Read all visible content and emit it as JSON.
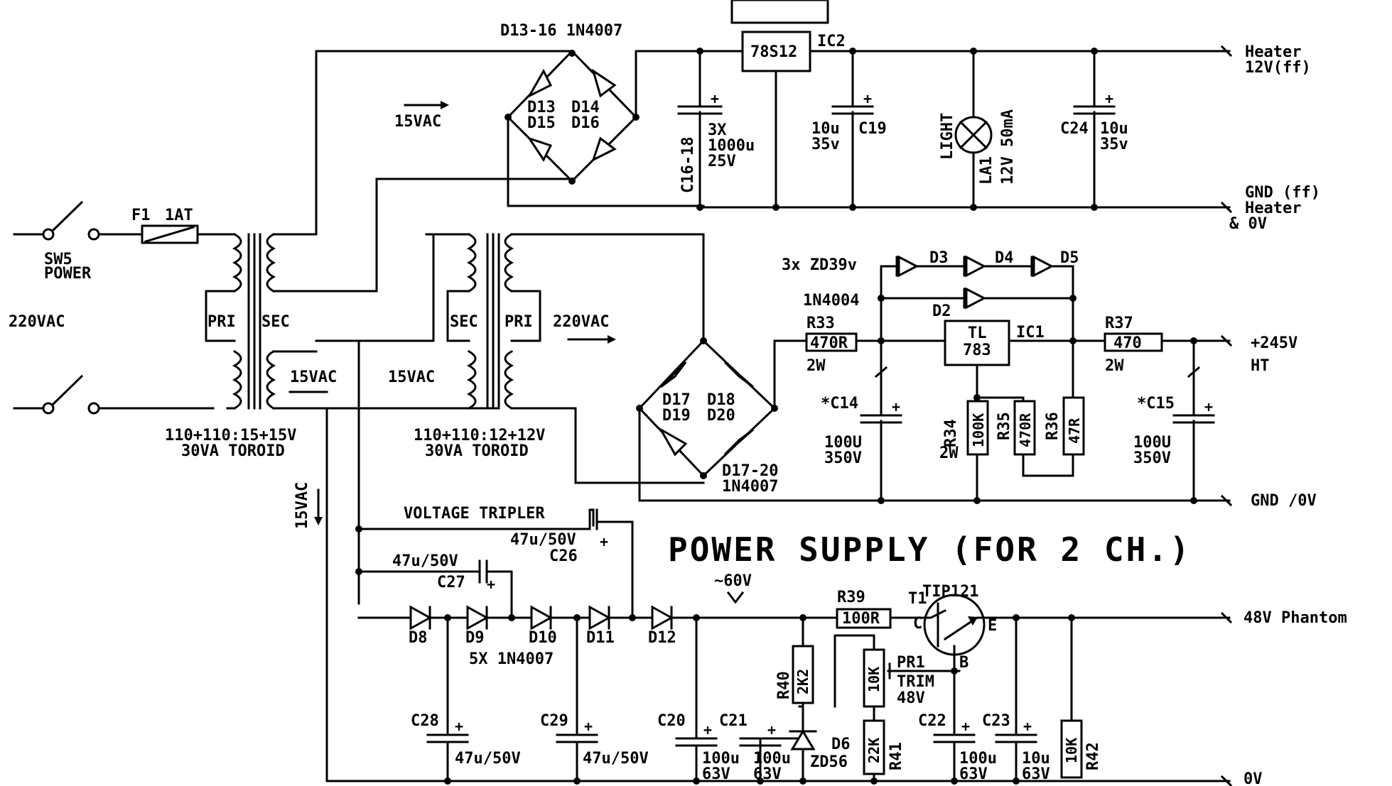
{
  "title": "POWER SUPPLY (FOR 2 CH.)",
  "mains": {
    "switch": "SW5",
    "switch_label": "POWER",
    "voltage": "220VAC",
    "fuse": "F1",
    "fuse_value": "1AT"
  },
  "transformer1": {
    "pri": "PRI",
    "sec": "SEC",
    "rating": "110+110:15+15V",
    "type": "30VA TOROID",
    "out1": "15VAC",
    "out2": "15VAC",
    "out3": "15VAC",
    "out4": "15VAC"
  },
  "transformer2": {
    "pri": "PRI",
    "sec": "SEC",
    "input": "220VAC",
    "rating": "110+110:12+12V",
    "type": "30VA TOROID"
  },
  "heater_supply": {
    "bridge": "D13-16 1N4007",
    "d13": "D13",
    "d14": "D14",
    "d15": "D15",
    "d16": "D16",
    "cap_bank": "C16-18",
    "cap_bank_value1": "3X",
    "cap_bank_value2": "1000u",
    "cap_bank_value3": "25V",
    "regulator": "78S12",
    "regulator_ref": "IC2",
    "c19_ref": "C19",
    "c19_value1": "10u",
    "c19_value2": "35v",
    "lamp_label": "LIGHT",
    "lamp_ref": "LA1",
    "lamp_value": "12V 50mA",
    "c24_ref": "C24",
    "c24_value1": "10u",
    "c24_value2": "35v",
    "out_heater1": "Heater",
    "out_heater2": "12V(ff)",
    "out_gnd1": "GND (ff)",
    "out_gnd2": "Heater",
    "out_gnd3": "& 0V"
  },
  "ht_supply": {
    "bridge_d17": "D17",
    "bridge_d18": "D18",
    "bridge_d19": "D19",
    "bridge_d20": "D20",
    "bridge_part1": "D17-20",
    "bridge_part2": "1N4007",
    "r33": "R33",
    "r33_value": "470R",
    "r33_power": "2W",
    "c14_ref": "*C14",
    "c14_value1": "100U",
    "c14_value2": "350V",
    "zener_note": "3x ZD39v",
    "d3": "D3",
    "d4": "D4",
    "d5": "D5",
    "d2_part": "1N4004",
    "d2": "D2",
    "ic1_line1": "TL",
    "ic1_line2": "783",
    "ic1_ref": "IC1",
    "r34": "R34",
    "r34_value": "100K",
    "r34_power": "2W",
    "r35": "R35",
    "r35_value": "470R",
    "r36": "R36",
    "r36_value": "47R",
    "r37": "R37",
    "r37_value": "470",
    "r37_power": "2W",
    "c15_ref": "*C15",
    "c15_value1": "100U",
    "c15_value2": "350V",
    "out_ht1": "+245V",
    "out_ht2": "HT",
    "out_gnd": "GND /0V"
  },
  "phantom_supply": {
    "tripler": "VOLTAGE TRIPLER",
    "c26_value": "47u/50V",
    "c26_ref": "C26",
    "c27_value": "47u/50V",
    "c27_ref": "C27",
    "d8": "D8",
    "d9": "D9",
    "d10": "D10",
    "d11": "D11",
    "d12": "D12",
    "diodes_part": "5X 1N4007",
    "c28_ref": "C28",
    "c28_value": "47u/50V",
    "c29_ref": "C29",
    "c29_value": "47u/50V",
    "node_voltage": "~60V",
    "c20_ref": "C20",
    "c20_value1": "100u",
    "c20_value2": "63V",
    "c21_ref": "C21",
    "c21_value1": "100u",
    "c21_value2": "63V",
    "d6_ref": "D6",
    "d6_part": "ZD56",
    "r39": "R39",
    "r39_value": "100R",
    "r40": "R40",
    "r40_value": "2K2",
    "pr1_value": "10K",
    "pr1_ref": "PR1",
    "pr1_label": "TRIM",
    "pr1_voltage": "48V",
    "r41": "R41",
    "r41_value": "22K",
    "t1_ref": "T1",
    "t1_part": "TIP121",
    "t1_c": "C",
    "t1_b": "B",
    "t1_e": "E",
    "c22_ref": "C22",
    "c22_value1": "100u",
    "c22_value2": "63V",
    "c23_ref": "C23",
    "c23_value1": "10u",
    "c23_value2": "63V",
    "r42": "R42",
    "r42_value": "10K",
    "out_phantom": "48V Phantom",
    "out_0v": "0V"
  }
}
